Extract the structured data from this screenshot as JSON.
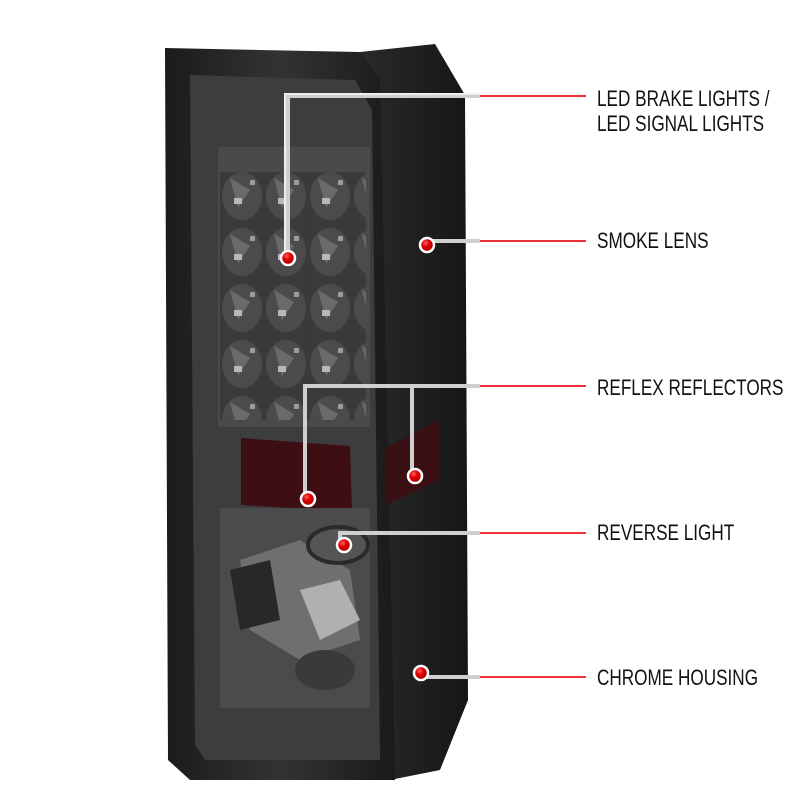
{
  "callouts": [
    {
      "id": "led-lights",
      "lines": [
        "LED BRAKE LIGHTS /",
        "LED SIGNAL LIGHTS"
      ]
    },
    {
      "id": "smoke-lens",
      "lines": [
        "SMOKE LENS"
      ]
    },
    {
      "id": "reflex-reflectors",
      "lines": [
        "REFLEX REFLECTORS"
      ]
    },
    {
      "id": "reverse-light",
      "lines": [
        "REVERSE LIGHT"
      ]
    },
    {
      "id": "chrome-housing",
      "lines": [
        "CHROME HOUSING"
      ]
    }
  ],
  "colors": {
    "leader_gray": "#cfcfcf",
    "leader_red": "#e8313a",
    "dot_red": "#e10000",
    "lens_dark": "#2a2a2c"
  }
}
